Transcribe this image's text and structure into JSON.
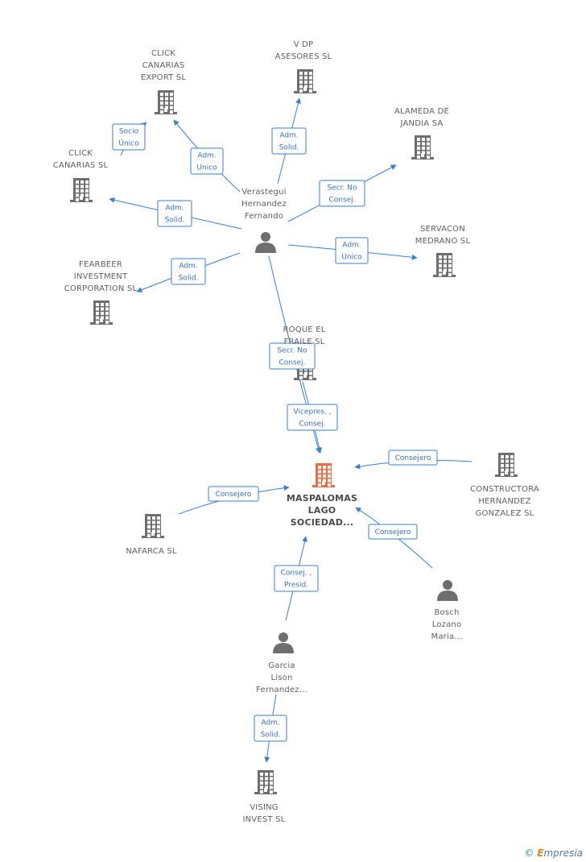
{
  "nodes": [
    {
      "id": "click-export",
      "type": "company",
      "label": [
        "CLICK",
        "CANARIAS",
        "EXPORT SL"
      ]
    },
    {
      "id": "vdp",
      "type": "company",
      "label": [
        "V DP",
        "ASESORES SL"
      ]
    },
    {
      "id": "alameda",
      "type": "company",
      "label": [
        "ALAMEDA DE",
        "JANDIA SA"
      ]
    },
    {
      "id": "click-canarias",
      "type": "company",
      "label": [
        "CLICK",
        "CANARIAS SL"
      ]
    },
    {
      "id": "servacon",
      "type": "company",
      "label": [
        "SERVACON",
        "MEDRANO SL"
      ]
    },
    {
      "id": "fearbeer",
      "type": "company",
      "label": [
        "FEARBEER",
        "INVESTMENT",
        "CORPORATION SL"
      ]
    },
    {
      "id": "roque",
      "type": "company",
      "label": [
        "ROQUE EL",
        "FRAILE SL"
      ]
    },
    {
      "id": "maspalomas",
      "type": "company",
      "main": true,
      "label": [
        "MASPALOMAS",
        "LAGO",
        "SOCIEDAD..."
      ]
    },
    {
      "id": "constructora",
      "type": "company",
      "label": [
        "CONSTRUCTORA",
        "HERNANDEZ",
        "GONZALEZ SL"
      ]
    },
    {
      "id": "nafarca",
      "type": "company",
      "label": [
        "NAFARCA SL"
      ]
    },
    {
      "id": "verastegui",
      "type": "person",
      "label": [
        "Verastegui",
        "Hernandez",
        "Fernando"
      ]
    },
    {
      "id": "bosch",
      "type": "person",
      "label": [
        "Bosch",
        "Lozano",
        "Maria..."
      ]
    },
    {
      "id": "garcia",
      "type": "person",
      "label": [
        "Garcia",
        "Lison",
        "Fernandez..."
      ]
    },
    {
      "id": "vising",
      "type": "company",
      "label": [
        "VISING",
        "INVEST SL"
      ]
    }
  ],
  "edges": [
    {
      "from": "click-canarias",
      "to": "click-export",
      "label": [
        "Socio",
        "Único"
      ]
    },
    {
      "from": "verastegui",
      "to": "click-export",
      "label": [
        "Adm.",
        "Unico"
      ]
    },
    {
      "from": "verastegui",
      "to": "vdp",
      "label": [
        "Adm.",
        "Solid."
      ]
    },
    {
      "from": "verastegui",
      "to": "alameda",
      "label": [
        "Secr. No",
        "Consej."
      ]
    },
    {
      "from": "verastegui",
      "to": "click-canarias",
      "label": [
        "Adm.",
        "Solid."
      ]
    },
    {
      "from": "verastegui",
      "to": "servacon",
      "label": [
        "Adm.",
        "Unico"
      ]
    },
    {
      "from": "verastegui",
      "to": "fearbeer",
      "label": [
        "Adm.",
        "Solid."
      ]
    },
    {
      "from": "verastegui",
      "to": "maspalomas",
      "label": [
        "Secr. No",
        "Consej."
      ]
    },
    {
      "from": "roque",
      "to": "maspalomas",
      "label": [
        "Vicepres. ,",
        "Consej."
      ]
    },
    {
      "from": "constructora",
      "to": "maspalomas",
      "label": [
        "Consejero"
      ]
    },
    {
      "from": "nafarca",
      "to": "maspalomas",
      "label": [
        "Consejero"
      ]
    },
    {
      "from": "bosch",
      "to": "maspalomas",
      "label": [
        "Consejero"
      ]
    },
    {
      "from": "garcia",
      "to": "maspalomas",
      "label": [
        "Consej. ,",
        "Presid."
      ]
    },
    {
      "from": "garcia",
      "to": "vising",
      "label": [
        "Adm.",
        "Solid."
      ]
    }
  ],
  "colors": {
    "edge": "#3a7fd5",
    "company": "#6e6e6e",
    "main_company": "#f26a3d",
    "person": "#6e6e6e"
  },
  "footer": {
    "copyright": "©",
    "brand_first": "E",
    "brand_rest": "mpresia"
  }
}
